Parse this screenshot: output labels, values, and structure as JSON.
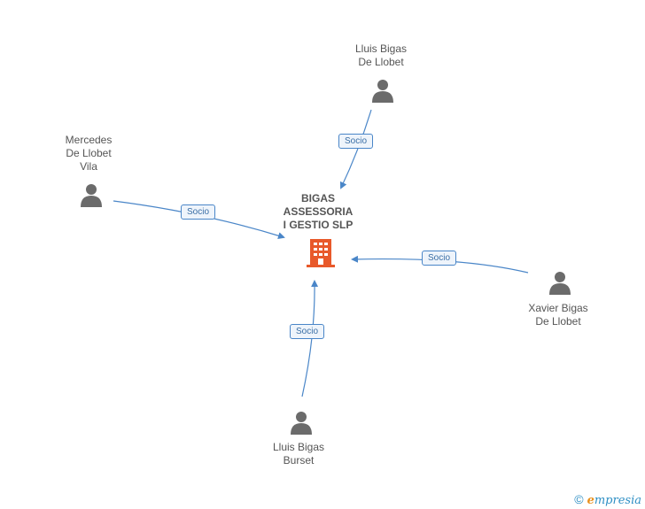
{
  "company": {
    "name": "BIGAS\nASSESSORIA\nI GESTIO SLP",
    "color": "#e8592a"
  },
  "people": [
    {
      "id": "p1",
      "name": "Lluis Bigas\nDe Llobet"
    },
    {
      "id": "p2",
      "name": "Mercedes\nDe Llobet\nVila"
    },
    {
      "id": "p3",
      "name": "Xavier Bigas\nDe Llobet"
    },
    {
      "id": "p4",
      "name": "Lluis Bigas\nBurset"
    }
  ],
  "edges": [
    {
      "from": "p1",
      "label": "Socio"
    },
    {
      "from": "p2",
      "label": "Socio"
    },
    {
      "from": "p3",
      "label": "Socio"
    },
    {
      "from": "p4",
      "label": "Socio"
    }
  ],
  "colors": {
    "edge": "#4a86c8",
    "person": "#6b6b6b"
  },
  "footer": {
    "copyright": "©",
    "brand_first": "e",
    "brand_rest": "mpresia"
  }
}
